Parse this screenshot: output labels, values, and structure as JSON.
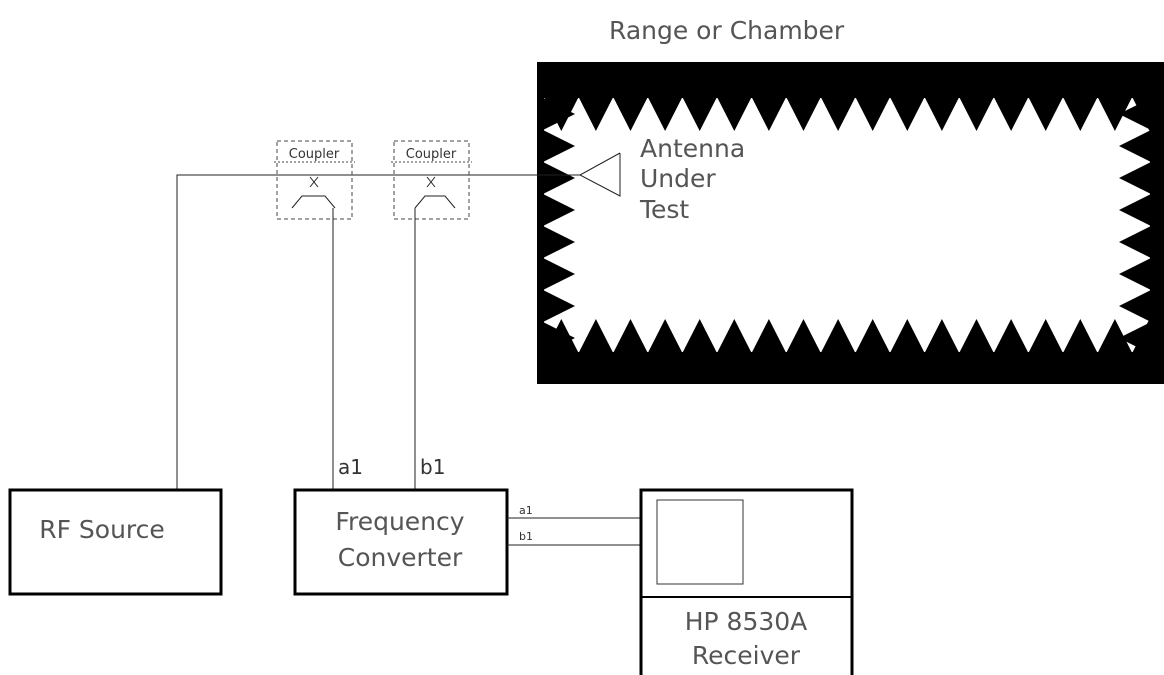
{
  "chamber": {
    "title": "Range or Chamber"
  },
  "antenna": {
    "line1": "Antenna",
    "line2": "Under",
    "line3": "Test"
  },
  "couplers": [
    {
      "label": "Coupler"
    },
    {
      "label": "Coupler"
    }
  ],
  "ports": {
    "a1": "a1",
    "b1": "b1"
  },
  "cable_labels": {
    "a1": "a1",
    "b1": "b1"
  },
  "rf_source": {
    "label": "RF Source"
  },
  "converter": {
    "line1": "Frequency",
    "line2": "Converter"
  },
  "receiver": {
    "line1": "HP 8530A",
    "line2": "Receiver"
  },
  "colors": {
    "absorber": "#000000",
    "lines": "#222222",
    "text": "#555555"
  }
}
